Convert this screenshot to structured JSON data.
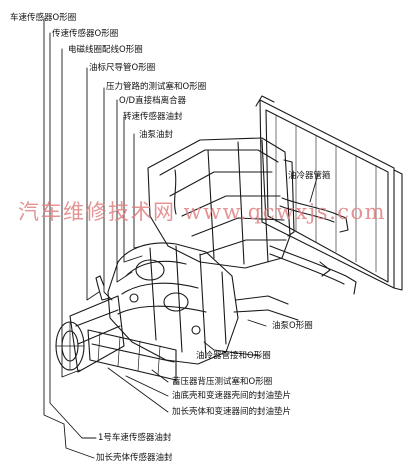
{
  "labels": {
    "vss_oring": "车速传感器O形圈",
    "speed_sensor_oring": "传速传感器O形圈",
    "solenoid_wire_oring": "电磁线圈配线O形圈",
    "dipstick_tube_oring": "油标尺导管O形圈",
    "pressure_plug_oring": "压力管路的测试塞和O形圈",
    "od_clutch": "O/D直接档离合器",
    "speed_sensor_seal": "转速传感器油封",
    "pump_seal": "油泵油封",
    "cooler_line": "油冷器管箍",
    "pump_oring": "油泵O形圈",
    "cooler_fitting_oring": "油冷器管接和O形圈",
    "accumulator_plug_oring": "蓄压器背压测试塞和O形圈",
    "oilpan_gasket": "油底壳和变速器壳间的封油垫片",
    "extension_gasket": "加长壳体和变速器间的封油垫片",
    "vss1_seal": "1号车速传感器油封",
    "ext_sensor_seal": "加长壳体传感器油封"
  },
  "watermark": "汽车维修技术网 www.qcwxjs.com",
  "colors": {
    "ink": "#111111",
    "watermark": "#e08282"
  }
}
